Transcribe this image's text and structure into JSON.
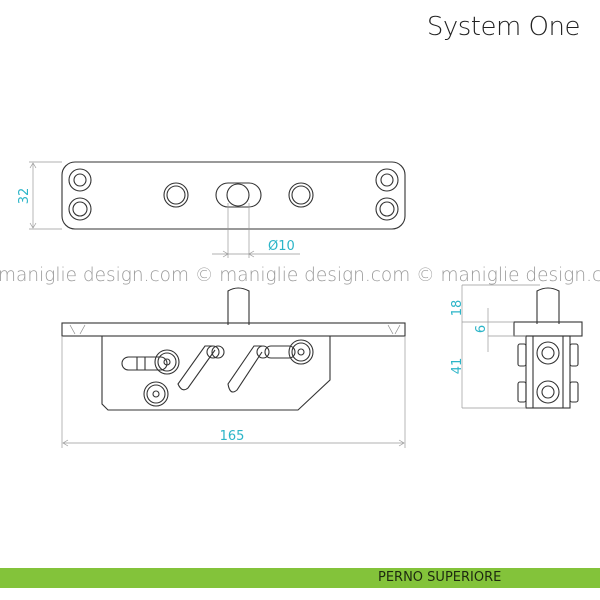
{
  "header": {
    "title": "System One"
  },
  "dimensions": {
    "height_top": "32",
    "pin_diameter": "Ø10",
    "length": "165",
    "pin_height": "18",
    "plate_thickness": "6",
    "body_height": "41"
  },
  "watermark": {
    "text": "maniglie design.com © maniglie design.com © maniglie design.com ©"
  },
  "footer": {
    "label": "PERNO SUPERIORE",
    "color": "#83c33a"
  }
}
